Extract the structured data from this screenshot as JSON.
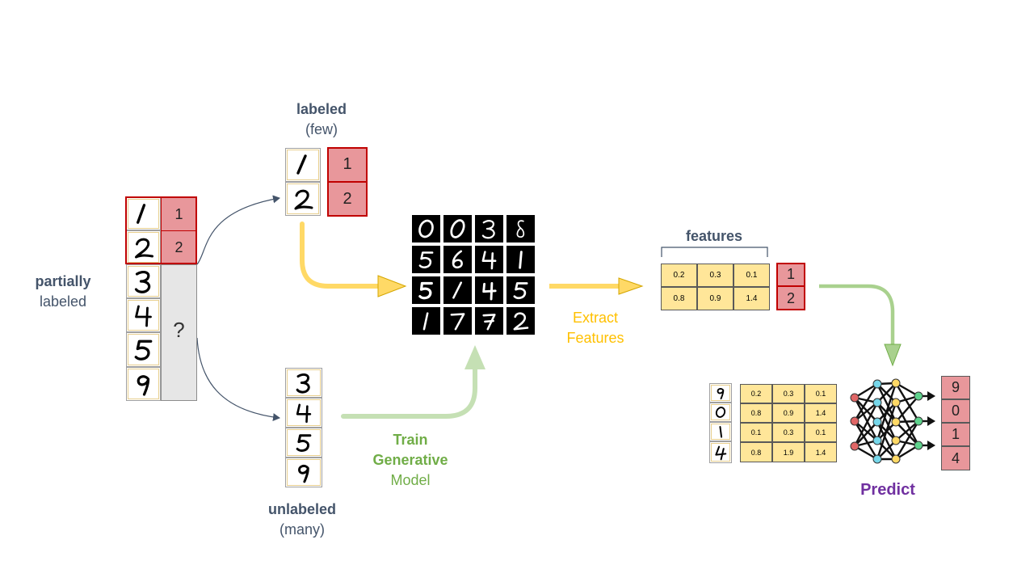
{
  "labels": {
    "partially_bold": "partially",
    "partially_sub": "labeled",
    "labeled_bold": "labeled",
    "labeled_sub": "(few)",
    "unlabeled_bold": "unlabeled",
    "unlabeled_sub": "(many)",
    "features": "features",
    "extract_1": "Extract",
    "extract_2": "Features",
    "train_1": "Train",
    "train_2": "Generative",
    "train_3": "Model",
    "predict": "Predict",
    "unknown": "?"
  },
  "partial_labels": [
    "1",
    "2"
  ],
  "labeled_labels": [
    "1",
    "2"
  ],
  "feature_label_values": [
    "1",
    "2"
  ],
  "features_matrix": [
    [
      "0.2",
      "0.3",
      "0.1"
    ],
    [
      "0.8",
      "0.9",
      "1.4"
    ]
  ],
  "predict_matrix": [
    [
      "0.2",
      "0.3",
      "0.1"
    ],
    [
      "0.8",
      "0.9",
      "1.4"
    ],
    [
      "0.1",
      "0.3",
      "0.1"
    ],
    [
      "0.8",
      "1.9",
      "1.4"
    ]
  ],
  "predict_outputs": [
    "9",
    "0",
    "1",
    "4"
  ],
  "digit_grid": [
    "0",
    "0",
    "3",
    "8",
    "5",
    "6",
    "4",
    "1",
    "5",
    "1",
    "4",
    "5",
    "1",
    "7",
    "7",
    "2"
  ],
  "colors": {
    "label_fill": "#e8979b",
    "label_border": "#c00000",
    "feature_fill": "#ffe699",
    "unknown_fill": "#e6e6e6",
    "gold_arrow": "#ffc000",
    "green_arrow": "#a9d18e",
    "slate_text": "#44546a",
    "green_text": "#70ad47",
    "purple_text": "#7030a0"
  }
}
